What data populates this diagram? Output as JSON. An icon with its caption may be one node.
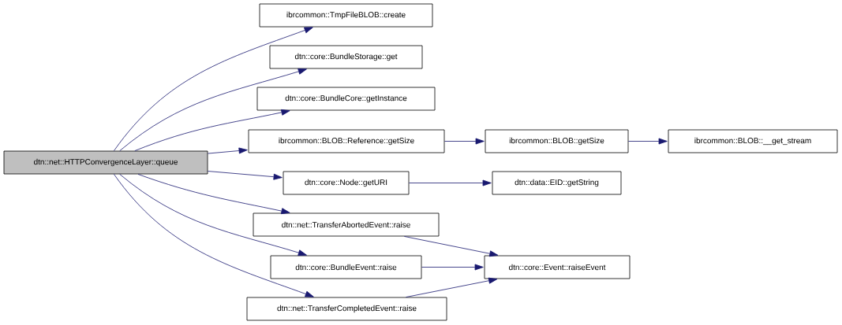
{
  "diagram": {
    "nodes": [
      {
        "text": [
          "dtn::net::HTTPConvergenceLayer::queue"
        ]
      },
      {
        "text": [
          "ibrcommon::TmpFileBLOB::create"
        ]
      },
      {
        "text": [
          "dtn::core::BundleStorage::get"
        ]
      },
      {
        "text": [
          "dtn::core::BundleCore::getInstance"
        ]
      },
      {
        "text": [
          "ibrcommon::BLOB::Reference::getSize"
        ]
      },
      {
        "text": [
          "dtn::core::Node::getURI"
        ]
      },
      {
        "text": [
          "dtn::net::TransferAbortedEvent::raise"
        ]
      },
      {
        "text": [
          "dtn::core::BundleEvent::raise"
        ]
      },
      {
        "text": [
          "dtn::net::TransferCompletedEvent::raise"
        ]
      },
      {
        "text": [
          "ibrcommon::BLOB::getSize"
        ]
      },
      {
        "text": [
          "ibrcommon::BLOB::__get_stream"
        ]
      },
      {
        "text": [
          "dtn::data::EID::getString"
        ]
      },
      {
        "text": [
          "dtn::core::Event::raiseEvent"
        ]
      }
    ],
    "edges": [
      {
        "from": 0,
        "to": 1,
        "arrow": "to"
      },
      {
        "from": 0,
        "to": 2,
        "arrow": "to"
      },
      {
        "from": 0,
        "to": 3,
        "arrow": "to"
      },
      {
        "from": 0,
        "to": 4,
        "arrow": "to"
      },
      {
        "from": 0,
        "to": 5,
        "arrow": "to"
      },
      {
        "from": 0,
        "to": 6,
        "arrow": "to"
      },
      {
        "from": 0,
        "to": 7,
        "arrow": "to"
      },
      {
        "from": 0,
        "to": 8,
        "arrow": "to"
      },
      {
        "from": 4,
        "to": 9,
        "arrow": "to"
      },
      {
        "from": 9,
        "to": 10,
        "arrow": "to"
      },
      {
        "from": 5,
        "to": 11,
        "arrow": "to"
      },
      {
        "from": 6,
        "to": 12,
        "arrow": "to"
      },
      {
        "from": 7,
        "to": 12,
        "arrow": "to"
      },
      {
        "from": 8,
        "to": 12,
        "arrow": "to"
      }
    ]
  }
}
